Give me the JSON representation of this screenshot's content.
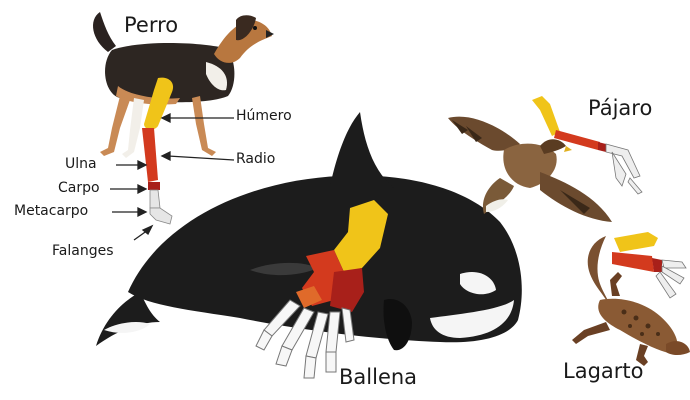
{
  "animals": {
    "dog": "Perro",
    "whale": "Ballena",
    "bird": "Pájaro",
    "lizard": "Lagarto"
  },
  "bones": {
    "humerus": "Húmero",
    "radius": "Radio",
    "ulna": "Ulna",
    "carpus": "Carpo",
    "metacarpus": "Metacarpo",
    "phalanges": "Falanges"
  },
  "colors": {
    "humerus": "#f0c419",
    "radius_ulna": "#d33a1e",
    "carpus": "#a8201a",
    "phalanges": "#e8e8e8",
    "whale_body": "#1c1c1c"
  }
}
